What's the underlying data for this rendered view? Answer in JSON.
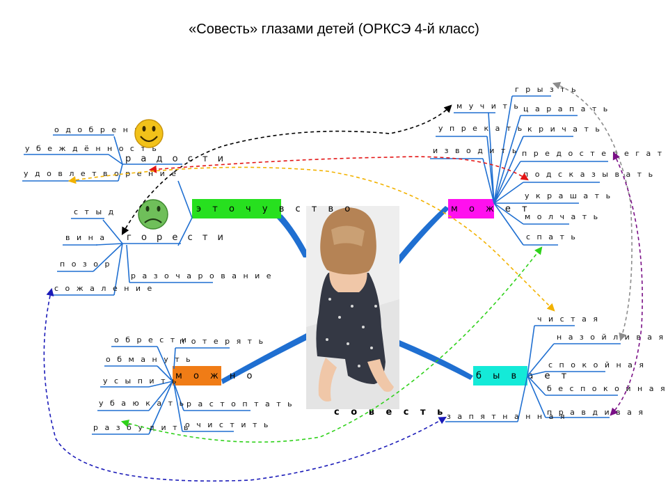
{
  "title": "«Совесть»  глазами детей  (ОРКСЭ 4-й класс)",
  "center": {
    "label": "с о в е с т ь",
    "image": "girl-covering-face-photo"
  },
  "colors": {
    "branch_line": "#1f6fd1",
    "eto_chuvstvo": "#27e01f",
    "mozhet": "#ff10ee",
    "mozhno": "#f07c16",
    "byvaet": "#14ead8",
    "arrow_black": "#000000",
    "arrow_red": "#e31515",
    "arrow_yellow": "#f2b200",
    "arrow_green": "#2fd11a",
    "arrow_blue": "#1a1ab8",
    "arrow_grey": "#8c8c8c",
    "arrow_purple": "#7a0f86"
  },
  "branches": {
    "eto_chuvstvo": {
      "label": "э т о  ч у в с т в о",
      "radosti": {
        "label": "р а д о с т и",
        "icon": "smiley-happy-icon",
        "items": [
          "о д о б р е н и е",
          "у б е ж д ё н н о с т ь",
          "у д о в л е т в о р е н и е"
        ]
      },
      "goresti": {
        "label": "г о р е с т и",
        "icon": "smiley-sad-icon",
        "items": [
          "с т ы д",
          "в и н а",
          "п о з о р",
          "с о ж а л е н и е",
          "р а з о ч а р о в а н и е"
        ]
      }
    },
    "mozhet": {
      "label": "м о ж е т",
      "items": [
        "г р ы з т ь",
        "м у ч и т ь",
        "ц а р а п а т ь",
        "у п р е к а т ь",
        "к р и ч а т ь",
        "и з в о д и т ь",
        "п р е д о с т е р е г а т ь",
        "п о д с к а з ы в а т ь",
        "у к р а ш а т ь",
        "м о л ч а т ь",
        "с п а т ь"
      ]
    },
    "mozhno": {
      "label": "м о ж н о",
      "items": [
        "о б р е с т и",
        "п о т е р я т ь",
        "о б м а н у т ь",
        "у с ы п и т ь",
        "у б а ю к а т ь",
        "р а с т о п т а т ь",
        "р а з б у д и т ь",
        "о ч и с т и т ь"
      ]
    },
    "byvaet": {
      "label": "б ы в а е т",
      "items": [
        "ч и с т а я",
        "н а з о й л и в а я",
        "с п о к о й н а я",
        "б е с п о к о й н а я",
        "п р а в д и в а я",
        "з а п я т н а н н а я"
      ]
    }
  }
}
